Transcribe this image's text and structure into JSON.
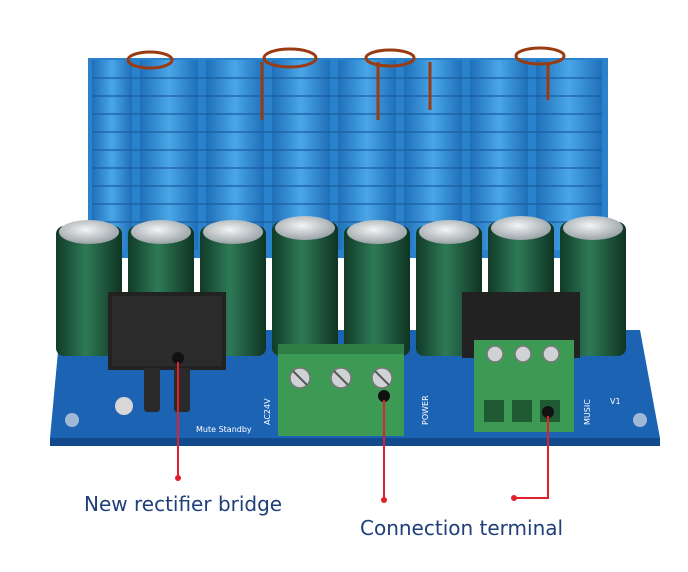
{
  "captions": {
    "rectifier": "New rectifier bridge",
    "terminal": "Connection terminal"
  },
  "board_labels": {
    "ac24v": "AC24V",
    "power": "POWER",
    "music": "MUSIC",
    "mute_standby": "Mute Standby",
    "v1": "V1"
  },
  "colors": {
    "heatsink": "#2f8fd6",
    "pcb": "#1d63b4",
    "capacitor": "#1f5a3e",
    "terminal": "#3c9a55",
    "pointer": "#e0202a",
    "caption": "#1f3f7a"
  }
}
